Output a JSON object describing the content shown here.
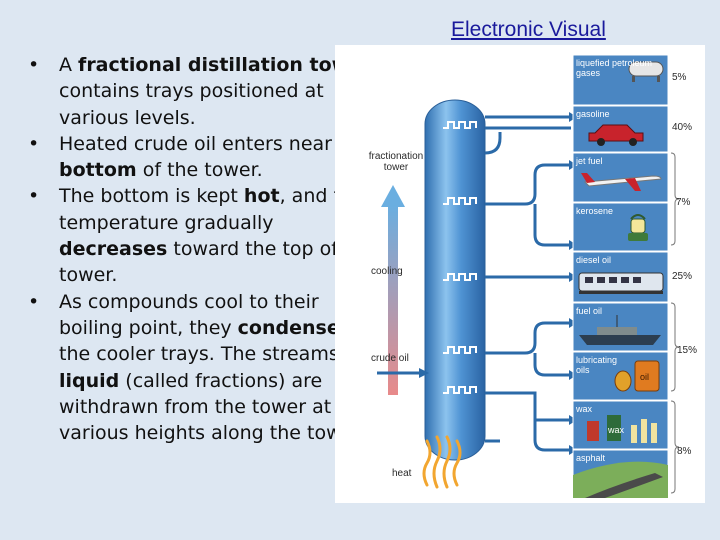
{
  "slide": {
    "link_text": "Electronic Visual",
    "bullets": [
      {
        "parts": [
          {
            "t": "A "
          },
          {
            "t": "fractional distillation tower",
            "b": true
          },
          {
            "t": " contains trays positioned at various levels."
          }
        ]
      },
      {
        "parts": [
          {
            "t": "Heated crude oil enters near the "
          },
          {
            "t": "bottom",
            "b": true
          },
          {
            "t": " of the tower."
          }
        ]
      },
      {
        "parts": [
          {
            "t": "The bottom is kept "
          },
          {
            "t": "hot",
            "b": true
          },
          {
            "t": ", and the temperature gradually "
          },
          {
            "t": "decreases",
            "b": true
          },
          {
            "t": " toward the top of the tower."
          }
        ]
      },
      {
        "parts": [
          {
            "t": "As compounds cool to their boiling point, they "
          },
          {
            "t": "condense",
            "b": true
          },
          {
            "t": " in the cooler trays.  The streams of "
          },
          {
            "t": "liquid",
            "b": true
          },
          {
            "t": " (called fractions) are withdrawn from the tower at various heights along the tower."
          }
        ]
      }
    ]
  },
  "diagram": {
    "labels": {
      "tower_line1": "fractionation",
      "tower_line2": "tower",
      "cooling": "cooling",
      "crude_oil": "crude oil",
      "heat": "heat"
    },
    "products": [
      {
        "label_line1": "liquefied petroleum",
        "label_line2": "gases",
        "icon": "gas-tank-icon"
      },
      {
        "label_line1": "gasoline",
        "label_line2": "",
        "icon": "car-icon"
      },
      {
        "label_line1": "jet fuel",
        "label_line2": "",
        "icon": "airplane-icon"
      },
      {
        "label_line1": "kerosene",
        "label_line2": "",
        "icon": "lantern-icon"
      },
      {
        "label_line1": "diesel oil",
        "label_line2": "",
        "icon": "train-icon"
      },
      {
        "label_line1": "fuel oil",
        "label_line2": "",
        "icon": "ship-icon"
      },
      {
        "label_line1": "lubricating",
        "label_line2": "oils",
        "icon": "oil-can-icon",
        "can_text": "oil"
      },
      {
        "label_line1": "wax",
        "label_line2": "",
        "icon": "candles-icon",
        "can_text": "wax"
      },
      {
        "label_line1": "asphalt",
        "label_line2": "",
        "icon": "road-icon"
      }
    ],
    "percentages": [
      "5%",
      "40%",
      "7%",
      "25%",
      "15%",
      "8%"
    ],
    "colors": {
      "tower": "#3f86c9",
      "panel": "#4a86c2",
      "pipe": "#2b6aa8",
      "arrow_top": "#6aaee0",
      "arrow_bottom": "#e88a8a",
      "flame": "#f2a630"
    }
  }
}
